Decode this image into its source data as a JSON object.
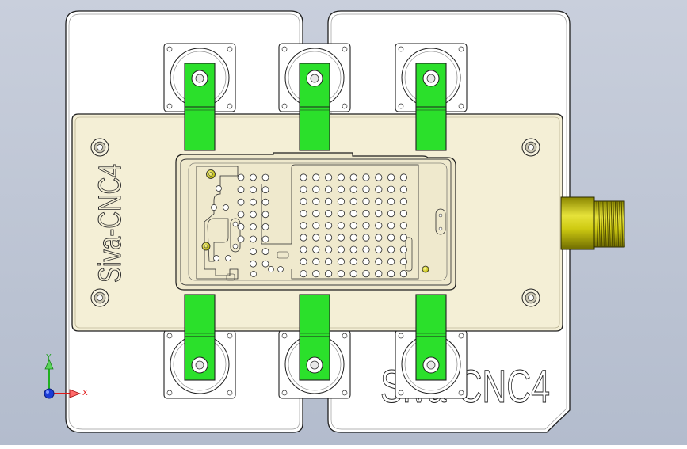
{
  "viewport": {
    "background_top": "#c9cfdc",
    "background_bottom": "#b3bccd"
  },
  "fixture": {
    "name_label": "Siva-CNC4",
    "base_plate_color": "#ffffff",
    "top_plate_color": "#f4efd6",
    "clamp_color": "#2be02b",
    "pin_color": "#d6d100",
    "outline_color": "#1f1f1f"
  },
  "clamps": {
    "count_top": 3,
    "count_bottom": 3
  },
  "fitting": {
    "color": "#cfcb12"
  },
  "axis_triad": {
    "x_label": "X",
    "y_label": "Y",
    "x_color": "#e01818",
    "y_color": "#20b020",
    "origin_color": "#1a3cd6"
  }
}
